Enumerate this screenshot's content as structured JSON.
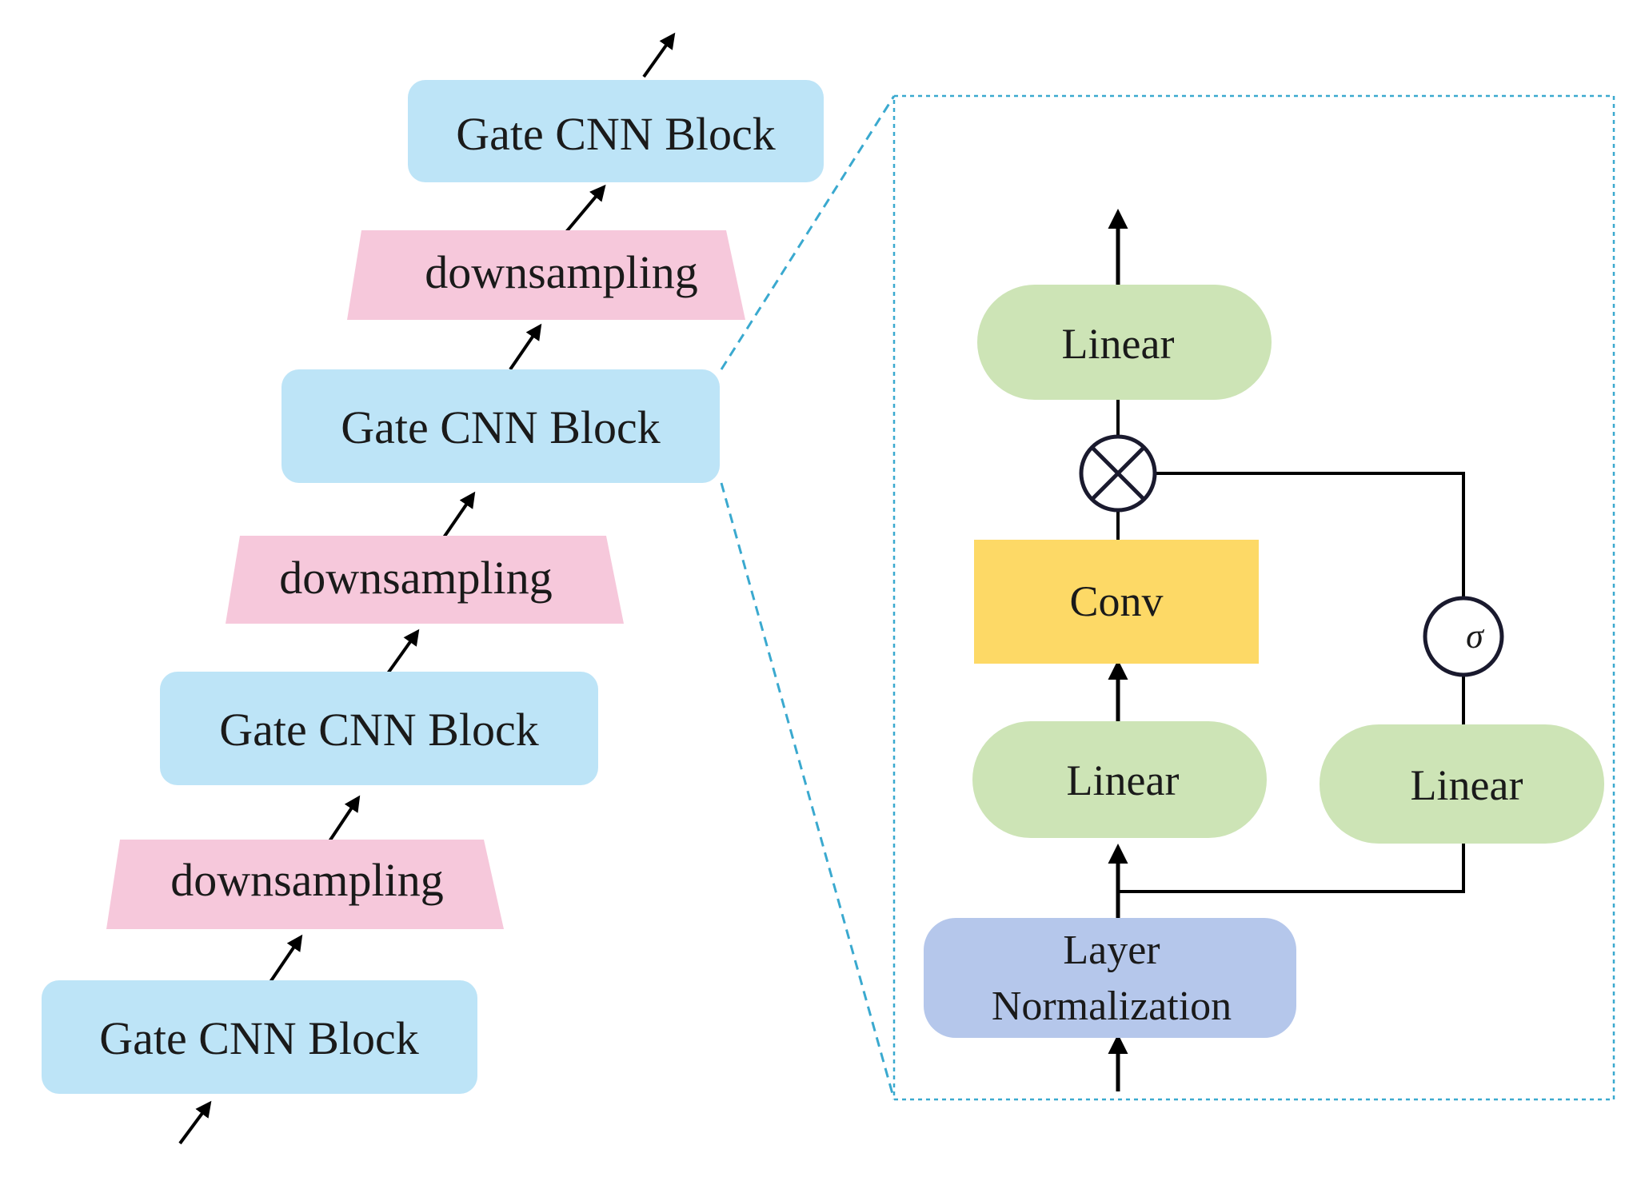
{
  "left_stack": {
    "blocks": [
      {
        "label": "Gate CNN Block"
      },
      {
        "label": "Gate CNN Block"
      },
      {
        "label": "Gate CNN Block"
      },
      {
        "label": "Gate CNN Block"
      }
    ],
    "downsampling": [
      {
        "label": "downsampling"
      },
      {
        "label": "downsampling"
      },
      {
        "label": "downsampling"
      }
    ]
  },
  "detail": {
    "linear_top": "Linear",
    "conv": "Conv",
    "linear_left": "Linear",
    "linear_right": "Linear",
    "layer_norm_line1": "Layer",
    "layer_norm_line2": "Normalization",
    "sigma": "σ",
    "multiply_symbol": "⊗"
  },
  "colors": {
    "block_fill": "#bde4f7",
    "downsampling_fill": "#f6c8db",
    "linear_fill": "#cde4b6",
    "conv_fill": "#fdd966",
    "layernorm_fill": "#b5c7eb",
    "zoom_line": "#3aa9cf",
    "stroke": "#1a1a2e"
  }
}
